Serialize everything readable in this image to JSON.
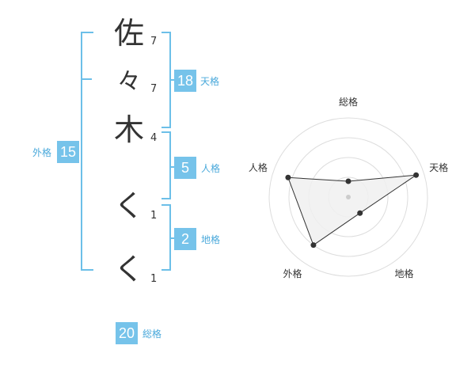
{
  "name_chars": [
    {
      "char": "佐",
      "strokes": "7"
    },
    {
      "char": "々",
      "strokes": "7"
    },
    {
      "char": "木",
      "strokes": "4"
    },
    {
      "char": "く",
      "strokes": "1"
    },
    {
      "char": "く",
      "strokes": "1"
    }
  ],
  "scores": {
    "tenkaku": {
      "value": "18",
      "label": "天格"
    },
    "jinkaku": {
      "value": "5",
      "label": "人格"
    },
    "chikaku": {
      "value": "2",
      "label": "地格"
    },
    "gaikaku": {
      "value": "15",
      "label": "外格"
    },
    "soukaku": {
      "value": "20",
      "label": "総格"
    }
  },
  "colors": {
    "accent": "#76c3ea",
    "bracket": "#6cbfe8",
    "text": "#333333"
  },
  "chart_data": {
    "type": "radar",
    "categories": [
      "総格",
      "天格",
      "地格",
      "外格",
      "人格"
    ],
    "values": [
      0.2,
      0.9,
      0.25,
      0.75,
      0.8
    ],
    "range": [
      0,
      1
    ],
    "rings": 4,
    "grid": true,
    "legend": "none"
  }
}
